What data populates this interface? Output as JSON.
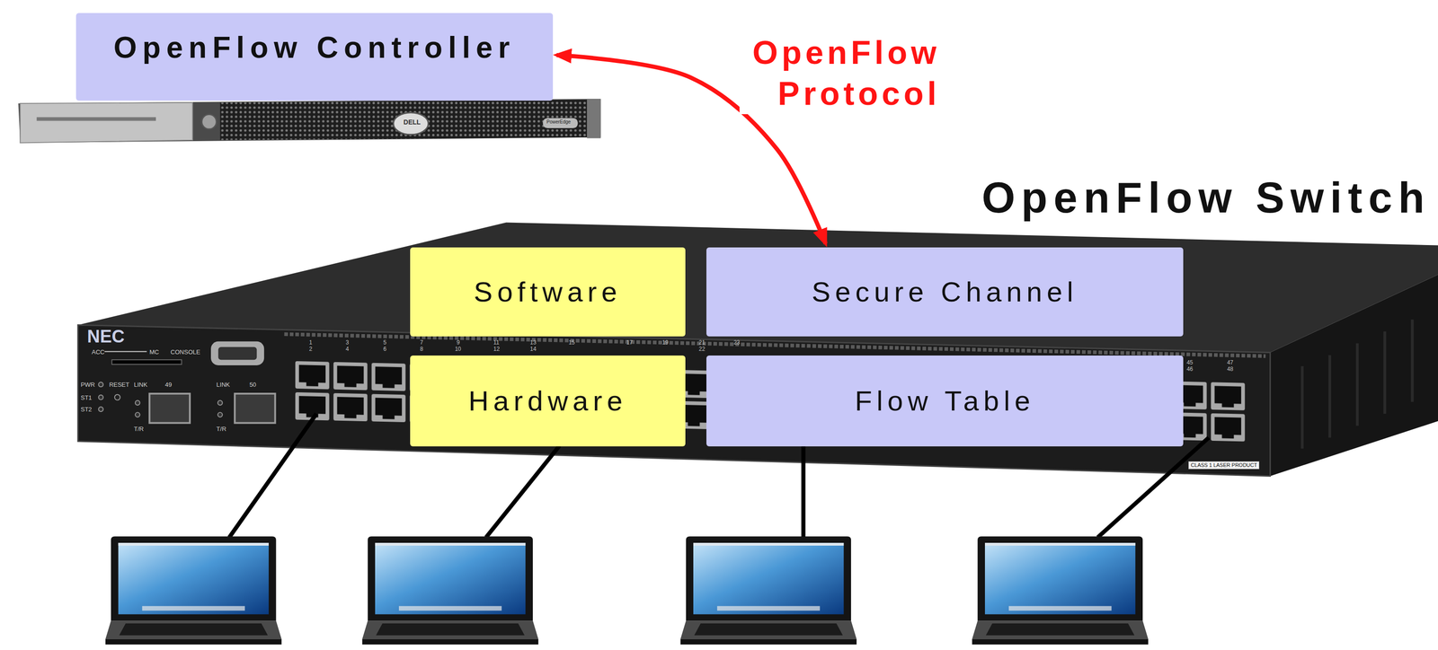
{
  "diagram": {
    "nodes": [
      {
        "text": [
          "OpenFlow Controller"
        ]
      },
      {
        "text": [
          "OpenFlow Switch"
        ]
      },
      {
        "text": [
          "Software"
        ],
        "in": 1
      },
      {
        "text": [
          "Secure Channel"
        ],
        "in": 1
      },
      {
        "text": [
          "Hardware"
        ],
        "in": 1
      },
      {
        "text": [
          "Flow Table"
        ],
        "in": 1
      }
    ],
    "edges": [
      {
        "from": 0,
        "to": 3,
        "arrow": "both",
        "label": "OpenFlow Protocol"
      }
    ],
    "labels": [
      "NEC",
      "ACC",
      "MC",
      "CONSOLE",
      "PWR",
      "RESET",
      "LINK",
      "49",
      "LINK",
      "50",
      "ST1",
      "ST2",
      "T/R",
      "T/R",
      "1",
      "2",
      "3",
      "4",
      "5",
      "6",
      "7",
      "8",
      "9",
      "10",
      "11",
      "12",
      "13",
      "14",
      "15",
      "17",
      "19",
      "21",
      "22",
      "23",
      "45",
      "46",
      "47",
      "48",
      "CLASS 1 LASER PRODUCT",
      "DELL",
      "PowerEdge"
    ]
  }
}
